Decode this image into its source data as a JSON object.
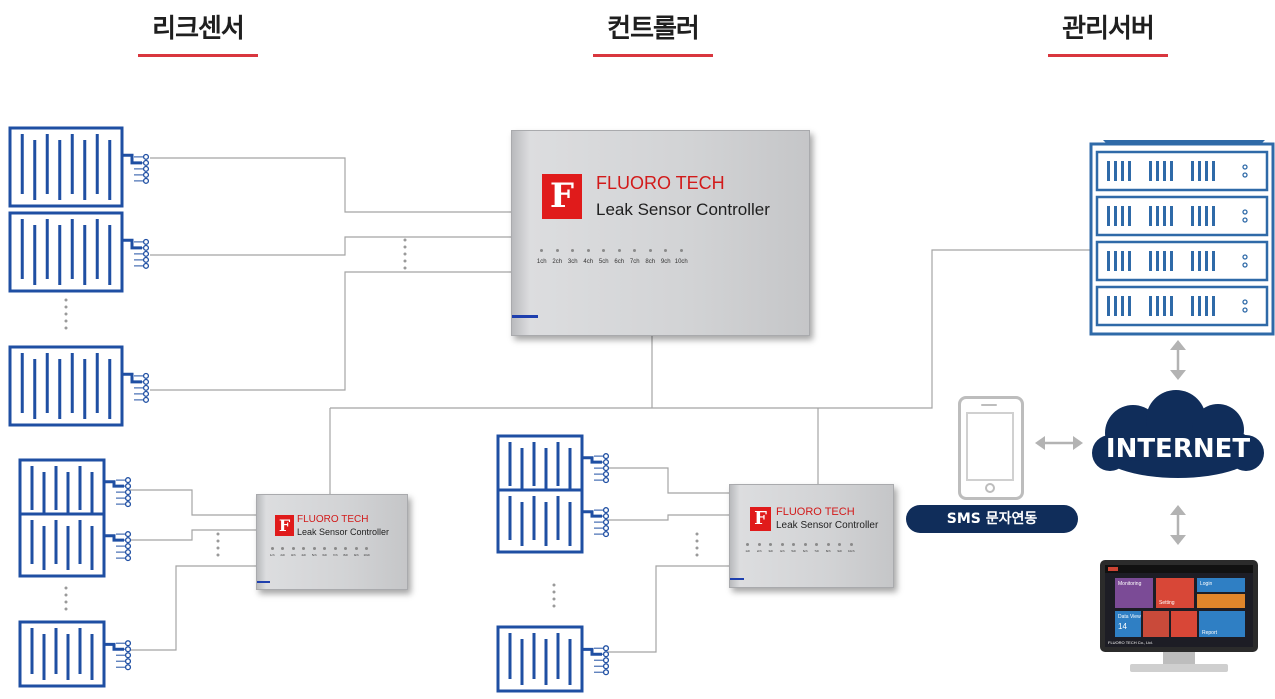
{
  "headings": {
    "sensor": "리크센서",
    "controller": "컨트롤러",
    "server": "관리서버"
  },
  "controller_main": {
    "logo": "F",
    "brand": "FLUORO TECH",
    "model": "Leak Sensor Controller",
    "channels": [
      "1ch",
      "2ch",
      "3ch",
      "4ch",
      "5ch",
      "6ch",
      "7ch",
      "8ch",
      "9ch",
      "10ch"
    ]
  },
  "controller_small": {
    "logo": "F",
    "brand": "FLUORO TECH",
    "model": "Leak Sensor Controller"
  },
  "sms_label": "SMS 문자연동",
  "internet_label": "INTERNET",
  "monitor": {
    "tiles": [
      "Monitoring",
      "",
      "Login",
      "Setting",
      "Data View",
      "",
      "",
      "Report",
      "14"
    ],
    "footer": "FLUORO TECH Co., Ltd."
  },
  "colors": {
    "sensor_blue": "#1f4fa3",
    "heading_underline": "#d9363e",
    "logo_red": "#e01b1b",
    "cloud_navy": "#102d5a",
    "server_blue": "#2f6aa8",
    "connector_line": "#a5a5a5"
  }
}
